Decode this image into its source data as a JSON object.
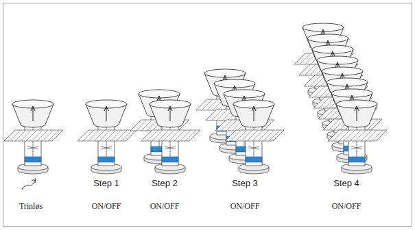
{
  "diagram": {
    "labels": [
      "Step 1",
      "Step 2",
      "Step 3",
      "Step 4",
      "Trinløs",
      "ON/OFF",
      "ON/OFF",
      "ON/OFF",
      "ON/OFF"
    ]
  }
}
